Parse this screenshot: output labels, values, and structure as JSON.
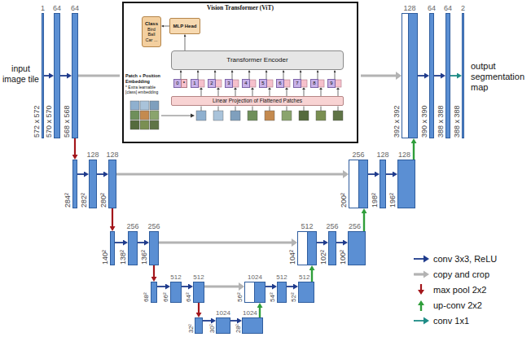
{
  "diagram": {
    "nodes": [
      {
        "text": [
          "1",
          "572 x 572"
        ]
      },
      {
        "text": [
          "64",
          "570 x 570"
        ]
      },
      {
        "text": [
          "64",
          "568 x 568"
        ]
      },
      {
        "text": [
          "Vision Transformer (ViT)"
        ]
      },
      {
        "text": [
          "Class",
          "Bird Ball Car ..."
        ],
        "in": 3
      },
      {
        "text": [
          "MLP Head"
        ],
        "in": 3
      },
      {
        "text": [
          "Transformer Encoder"
        ],
        "in": 3
      },
      {
        "text": [
          "0"
        ],
        "in": 3
      },
      {
        "text": [
          "*"
        ],
        "in": 3
      },
      {
        "text": [
          "1"
        ],
        "in": 3
      },
      {
        "text": [
          "2"
        ],
        "in": 3
      },
      {
        "text": [
          "3"
        ],
        "in": 3
      },
      {
        "text": [
          "4"
        ],
        "in": 3
      },
      {
        "text": [
          "5"
        ],
        "in": 3
      },
      {
        "text": [
          "6"
        ],
        "in": 3
      },
      {
        "text": [
          "7"
        ],
        "in": 3
      },
      {
        "text": [
          "8"
        ],
        "in": 3
      },
      {
        "text": [
          "9"
        ],
        "in": 3
      },
      {
        "text": [
          "Linear Projection of Flattened Patches"
        ],
        "in": 3
      },
      {
        "text": [
          "128",
          "392 x 392"
        ]
      },
      {
        "text": [
          "64",
          "390 x 390"
        ]
      },
      {
        "text": [
          "64",
          "388 x 388"
        ]
      },
      {
        "text": [
          "2",
          "388 x 388"
        ]
      },
      {
        "text": [
          "284²"
        ]
      },
      {
        "text": [
          "128",
          "282²"
        ]
      },
      {
        "text": [
          "128",
          "280²"
        ]
      },
      {
        "text": [
          "256",
          "200²"
        ]
      },
      {
        "text": [
          "128",
          "198²"
        ]
      },
      {
        "text": [
          "128",
          "196²"
        ]
      },
      {
        "text": [
          "140²"
        ]
      },
      {
        "text": [
          "256",
          "138²"
        ]
      },
      {
        "text": [
          "256",
          "136²"
        ]
      },
      {
        "text": [
          "512",
          "104²"
        ]
      },
      {
        "text": [
          "256",
          "102²"
        ]
      },
      {
        "text": [
          "256",
          "100²"
        ]
      },
      {
        "text": [
          "68²"
        ]
      },
      {
        "text": [
          "512",
          "66²"
        ]
      },
      {
        "text": [
          "512",
          "64²"
        ]
      },
      {
        "text": [
          "1024",
          "56²"
        ]
      },
      {
        "text": [
          "512",
          "54²"
        ]
      },
      {
        "text": [
          "512",
          "52²"
        ]
      },
      {
        "text": [
          "32²"
        ]
      },
      {
        "text": [
          "1024",
          "30²"
        ]
      },
      {
        "text": [
          "1024",
          "28²"
        ]
      }
    ],
    "edges": [
      {
        "from": 6,
        "to": 5,
        "arrow": "to"
      },
      {
        "from": 5,
        "to": 4,
        "arrow": "to"
      },
      {
        "from": 7,
        "to": 6,
        "arrow": "to"
      },
      {
        "from": 9,
        "to": 6,
        "arrow": "to"
      },
      {
        "from": 10,
        "to": 6,
        "arrow": "to"
      },
      {
        "from": 11,
        "to": 6,
        "arrow": "to"
      },
      {
        "from": 12,
        "to": 6,
        "arrow": "to"
      },
      {
        "from": 13,
        "to": 6,
        "arrow": "to"
      },
      {
        "from": 14,
        "to": 6,
        "arrow": "to"
      },
      {
        "from": 15,
        "to": 6,
        "arrow": "to"
      },
      {
        "from": 16,
        "to": 6,
        "arrow": "to"
      },
      {
        "from": 17,
        "to": 6,
        "arrow": "to"
      },
      {
        "from": 0,
        "to": 1,
        "arrow": "to"
      },
      {
        "from": 1,
        "to": 2,
        "arrow": "to"
      },
      {
        "from": 2,
        "to": 23,
        "arrow": "to"
      },
      {
        "from": 2,
        "to": 19,
        "arrow": "to"
      },
      {
        "from": 19,
        "to": 20,
        "arrow": "to"
      },
      {
        "from": 20,
        "to": 21,
        "arrow": "to"
      },
      {
        "from": 21,
        "to": 22,
        "arrow": "to"
      },
      {
        "from": 23,
        "to": 24,
        "arrow": "to"
      },
      {
        "from": 24,
        "to": 25,
        "arrow": "to"
      },
      {
        "from": 25,
        "to": 29,
        "arrow": "to"
      },
      {
        "from": 25,
        "to": 26,
        "arrow": "to"
      },
      {
        "from": 26,
        "to": 27,
        "arrow": "to"
      },
      {
        "from": 27,
        "to": 28,
        "arrow": "to"
      },
      {
        "from": 28,
        "to": 19,
        "arrow": "to"
      },
      {
        "from": 29,
        "to": 30,
        "arrow": "to"
      },
      {
        "from": 30,
        "to": 31,
        "arrow": "to"
      },
      {
        "from": 31,
        "to": 35,
        "arrow": "to"
      },
      {
        "from": 31,
        "to": 32,
        "arrow": "to"
      },
      {
        "from": 32,
        "to": 33,
        "arrow": "to"
      },
      {
        "from": 33,
        "to": 34,
        "arrow": "to"
      },
      {
        "from": 34,
        "to": 26,
        "arrow": "to"
      },
      {
        "from": 35,
        "to": 36,
        "arrow": "to"
      },
      {
        "from": 36,
        "to": 37,
        "arrow": "to"
      },
      {
        "from": 37,
        "to": 41,
        "arrow": "to"
      },
      {
        "from": 37,
        "to": 38,
        "arrow": "to"
      },
      {
        "from": 38,
        "to": 39,
        "arrow": "to"
      },
      {
        "from": 39,
        "to": 40,
        "arrow": "to"
      },
      {
        "from": 40,
        "to": 32,
        "arrow": "to"
      },
      {
        "from": 41,
        "to": 42,
        "arrow": "to"
      },
      {
        "from": 42,
        "to": 43,
        "arrow": "to"
      },
      {
        "from": 43,
        "to": 38,
        "arrow": "to"
      }
    ],
    "labels": [
      "input image tile",
      "output segmentation map",
      "Patch + Position Embedding",
      "* Extra learnable [class] embedding"
    ],
    "legend": [
      {
        "text": "conv 3x3, ReLU"
      },
      {
        "text": "copy and crop"
      },
      {
        "text": "max pool 2x2"
      },
      {
        "text": "up-conv 2x2"
      },
      {
        "text": "conv 1x1"
      }
    ]
  }
}
